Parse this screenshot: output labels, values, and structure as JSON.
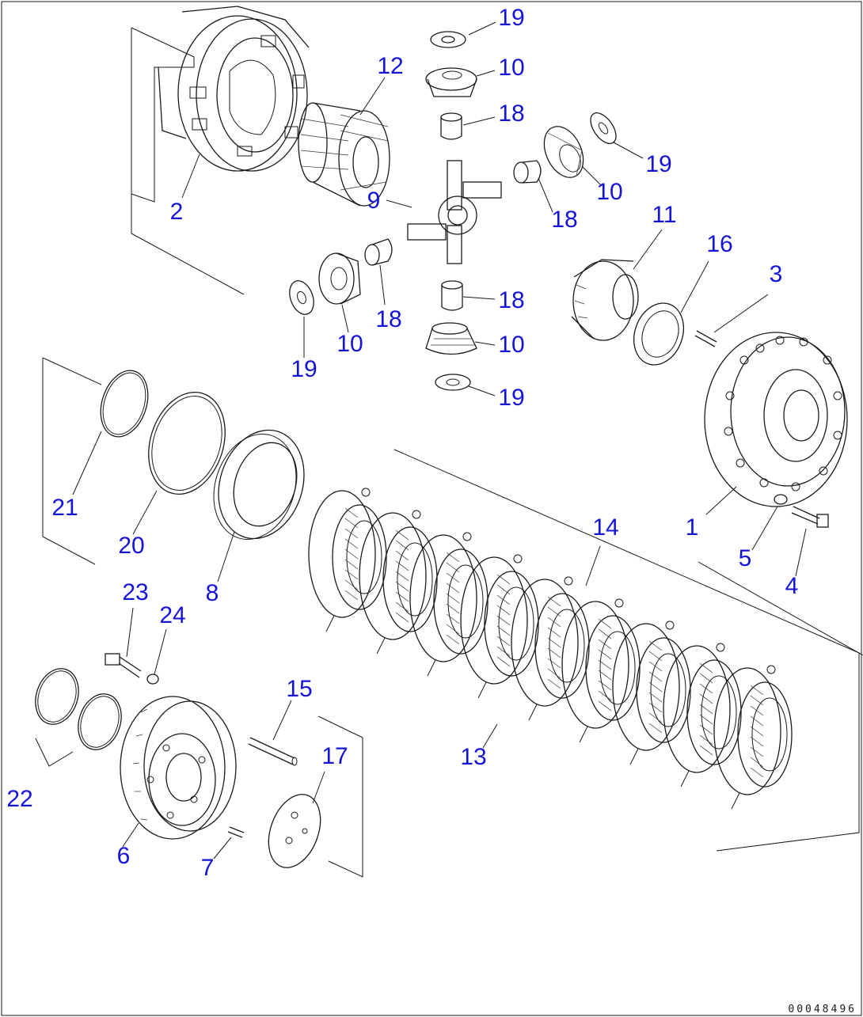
{
  "colors": {
    "callout": "#1414d9",
    "linework": "#1a1a1a",
    "background": "#ffffff"
  },
  "drawing_code": "00048496",
  "callouts": [
    {
      "key": "c19a",
      "text": "19"
    },
    {
      "key": "c10a",
      "text": "10"
    },
    {
      "key": "c12",
      "text": "12"
    },
    {
      "key": "c18a",
      "text": "18"
    },
    {
      "key": "c19b",
      "text": "19"
    },
    {
      "key": "c10b",
      "text": "10"
    },
    {
      "key": "c9",
      "text": "9"
    },
    {
      "key": "c18b",
      "text": "18"
    },
    {
      "key": "c2",
      "text": "2"
    },
    {
      "key": "c11",
      "text": "11"
    },
    {
      "key": "c16",
      "text": "16"
    },
    {
      "key": "c3",
      "text": "3"
    },
    {
      "key": "c18c",
      "text": "18"
    },
    {
      "key": "c18d",
      "text": "18"
    },
    {
      "key": "c10c",
      "text": "10"
    },
    {
      "key": "c10d",
      "text": "10"
    },
    {
      "key": "c19c",
      "text": "19"
    },
    {
      "key": "c19d",
      "text": "19"
    },
    {
      "key": "c21",
      "text": "21"
    },
    {
      "key": "c20",
      "text": "20"
    },
    {
      "key": "c8",
      "text": "8"
    },
    {
      "key": "c14",
      "text": "14"
    },
    {
      "key": "c1",
      "text": "1"
    },
    {
      "key": "c5",
      "text": "5"
    },
    {
      "key": "c4",
      "text": "4"
    },
    {
      "key": "c23",
      "text": "23"
    },
    {
      "key": "c24",
      "text": "24"
    },
    {
      "key": "c15",
      "text": "15"
    },
    {
      "key": "c17",
      "text": "17"
    },
    {
      "key": "c13",
      "text": "13"
    },
    {
      "key": "c22",
      "text": "22"
    },
    {
      "key": "c6",
      "text": "6"
    },
    {
      "key": "c7",
      "text": "7"
    }
  ]
}
